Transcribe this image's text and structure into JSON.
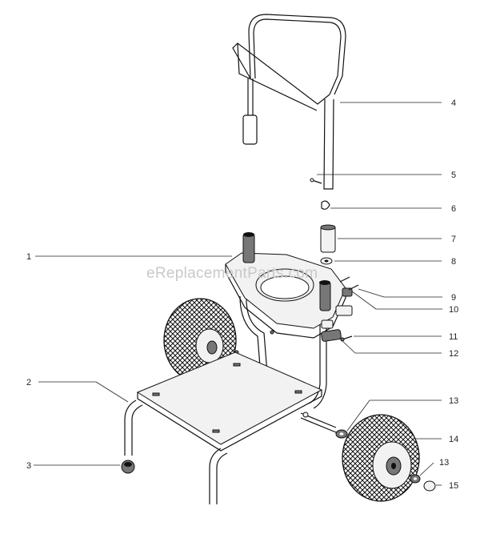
{
  "watermark": "eReplacementParts.com",
  "callouts": [
    {
      "id": "c1",
      "text": "1"
    },
    {
      "id": "c2",
      "text": "2"
    },
    {
      "id": "c3",
      "text": "3"
    },
    {
      "id": "c4",
      "text": "4"
    },
    {
      "id": "c5",
      "text": "5"
    },
    {
      "id": "c6",
      "text": "6"
    },
    {
      "id": "c7",
      "text": "7"
    },
    {
      "id": "c8",
      "text": "8"
    },
    {
      "id": "c9",
      "text": "9"
    },
    {
      "id": "c10",
      "text": "10"
    },
    {
      "id": "c11",
      "text": "11"
    },
    {
      "id": "c12",
      "text": "12"
    },
    {
      "id": "c13a",
      "text": "13"
    },
    {
      "id": "c14",
      "text": "14"
    },
    {
      "id": "c13b",
      "text": "13"
    },
    {
      "id": "c15",
      "text": "15"
    }
  ]
}
